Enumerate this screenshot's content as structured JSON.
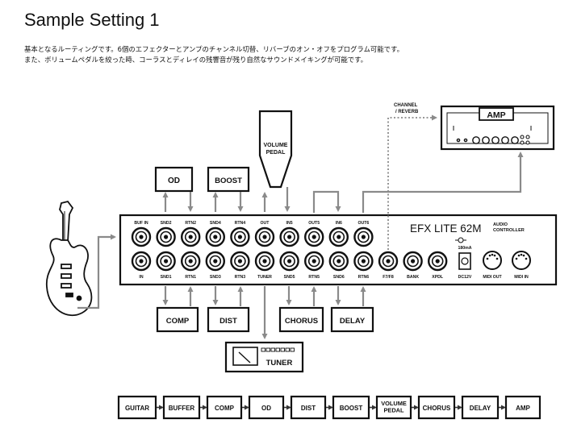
{
  "title": "Sample Setting 1",
  "description": [
    "基本となるルーティングです。6個のエフェクターとアンプのチャンネル切替、リバーブのオン・オフをプログラム可能です。",
    "また、ボリュームペダルを絞った時、コーラスとディレイの残響音が残り自然なサウンドメイキングが可能です。"
  ],
  "controller": {
    "model": "EFX LITE 62M",
    "subtitle": [
      "AUDIO",
      "CONTROLLER"
    ],
    "top_jacks": [
      "BUF IN",
      "SND2",
      "RTN2",
      "SND4",
      "RTN4",
      "OUT",
      "IN5",
      "OUT5",
      "IN6",
      "OUT6"
    ],
    "bottom_jacks": [
      "IN",
      "SND1",
      "RTN1",
      "SND3",
      "RTN3",
      "TUNER",
      "SND5",
      "RTN5",
      "SND6",
      "RTN6",
      "F7/F8",
      "BANK",
      "XPDL"
    ],
    "power_label": "DC12V",
    "power_rating": "180mA",
    "midi_out": "MIDI OUT",
    "midi_in": "MIDI IN"
  },
  "effects": {
    "od": "OD",
    "boost": "BOOST",
    "comp": "COMP",
    "dist": "DIST",
    "chorus": "CHORUS",
    "delay": "DELAY",
    "volume_pedal": [
      "VOLUME",
      "PEDAL"
    ],
    "tuner": "TUNER",
    "amp": "AMP"
  },
  "channel_reverb_label": [
    "CHANNEL",
    "/ REVERB"
  ],
  "signal_chain": [
    "GUITAR",
    "BUFFER",
    "COMP",
    "OD",
    "DIST",
    "BOOST",
    [
      "VOLUME",
      "PEDAL"
    ],
    "CHORUS",
    "DELAY",
    "AMP"
  ]
}
